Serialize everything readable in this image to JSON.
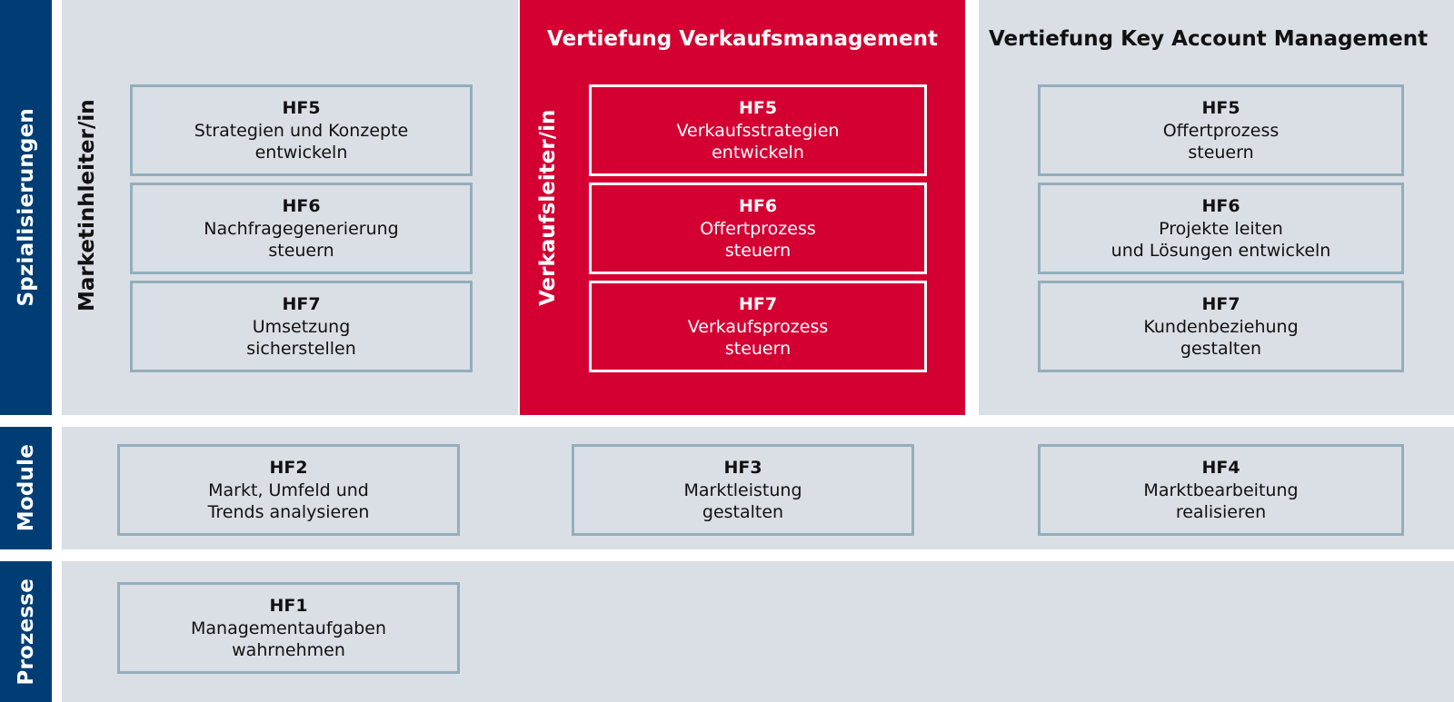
{
  "colors": {
    "brand_blue": "#003D74",
    "brand_red": "#D40032",
    "panel_gray": "#DADEE5",
    "box_border": "#93AEBC",
    "text_dark": "#111111",
    "text_light": "#FFFFFF"
  },
  "categories": [
    {
      "label": "Spzialisierungen"
    },
    {
      "label": "Module"
    },
    {
      "label": "Prozesse"
    }
  ],
  "specialisation_row": {
    "columns": [
      {
        "heading": "",
        "role": "Marketinhleiter/in",
        "accent": "gray",
        "boxes": [
          {
            "code": "HF5",
            "title": "Strategien und Konzepte\nentwickeln"
          },
          {
            "code": "HF6",
            "title": "Nachfragegenerierung\nsteuern"
          },
          {
            "code": "HF7",
            "title": "Umsetzung\nsicherstellen"
          }
        ]
      },
      {
        "heading": "Vertiefung Verkaufsmanagement",
        "role": "Verkaufsleiter/in",
        "accent": "red",
        "boxes": [
          {
            "code": "HF5",
            "title": "Verkaufsstrategien\nentwickeln"
          },
          {
            "code": "HF6",
            "title": "Offertprozess\nsteuern"
          },
          {
            "code": "HF7",
            "title": "Verkaufsprozess\nsteuern"
          }
        ]
      },
      {
        "heading": "Vertiefung Key Account Management",
        "role": "",
        "accent": "gray",
        "boxes": [
          {
            "code": "HF5",
            "title": "Offertprozess\nsteuern"
          },
          {
            "code": "HF6",
            "title": "Projekte leiten\nund Lösungen entwickeln"
          },
          {
            "code": "HF7",
            "title": "Kundenbeziehung\ngestalten"
          }
        ]
      }
    ]
  },
  "module_row": {
    "boxes": [
      {
        "code": "HF2",
        "title": "Markt, Umfeld und\nTrends analysieren"
      },
      {
        "code": "HF3",
        "title": "Marktleistung\ngestalten"
      },
      {
        "code": "HF4",
        "title": "Marktbearbeitung\nrealisieren"
      }
    ]
  },
  "process_row": {
    "boxes": [
      {
        "code": "HF1",
        "title": "Managementaufgaben\nwahrnehmen"
      }
    ]
  }
}
